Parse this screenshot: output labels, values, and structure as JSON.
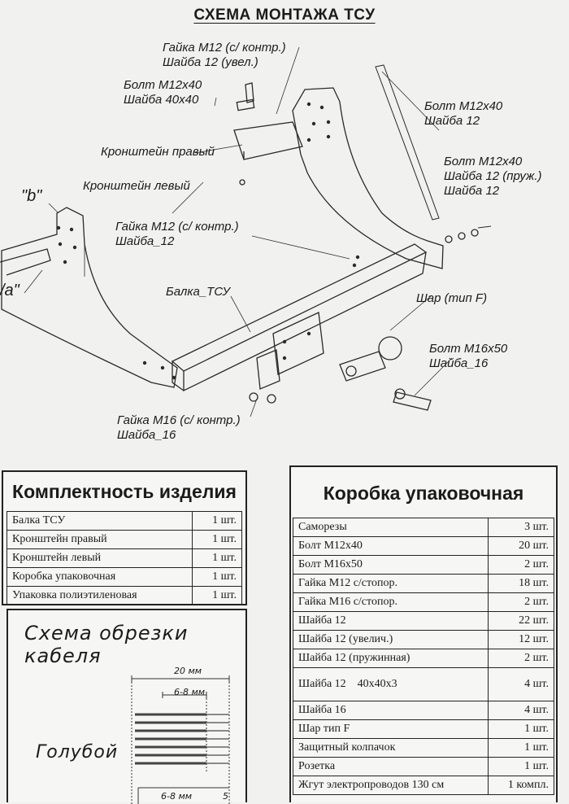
{
  "title": "СХЕМА МОНТАЖА ТСУ",
  "labels": {
    "nut_m12_top": "Гайка М12 (с/ контр.)",
    "washer_12_enl": "Шайба 12 (увел.)",
    "bolt_m12x40_left": "Болт М12х40",
    "washer_40x40": "Шайба 40х40",
    "bracket_right": "Кронштейн правый",
    "bracket_left": "Кронштейн левый",
    "mark_b": "\"b\"",
    "mark_a": "/a\"",
    "nut_m12_mid": "Гайка М12 (с/ контр.)",
    "washer_12_mid": "Шайба_12",
    "beam": "Балка_ТСУ",
    "bolt_m12x40_right": "Болт М12х40",
    "washer_12_right": "Шайба 12",
    "bolt_m12x40_r2": "Болт М12х40",
    "washer_12_spring": "Шайба 12 (пруж.)",
    "washer_12_r2": "Шайба 12",
    "ball": "Шар (тип F)",
    "bolt_m16x50": "Болт М16х50",
    "washer_16_right": "Шайба_16",
    "nut_m16": "Гайка М16 (с/ контр.)",
    "washer_16_left": "Шайба_16"
  },
  "kit": {
    "header": "Комплектность изделия",
    "rows": [
      {
        "name": "Балка ТСУ",
        "qty": "1 шт."
      },
      {
        "name": "Кронштейн правый",
        "qty": "1 шт."
      },
      {
        "name": "Кронштейн левый",
        "qty": "1 шт."
      },
      {
        "name": "Коробка упаковочная",
        "qty": "1 шт."
      },
      {
        "name": "Упаковка полиэтиленовая",
        "qty": "1 шт."
      }
    ]
  },
  "box": {
    "header": "Коробка упаковочная",
    "rows": [
      {
        "name": "Саморезы",
        "qty": "3 шт."
      },
      {
        "name": "Болт М12х40",
        "qty": "20 шт."
      },
      {
        "name": "Болт М16х50",
        "qty": "2 шт."
      },
      {
        "name": "Гайка М12 с/стопор.",
        "qty": "18 шт."
      },
      {
        "name": "Гайка М16 с/стопор.",
        "qty": "2 шт."
      },
      {
        "name": "Шайба 12",
        "qty": "22 шт."
      },
      {
        "name": "Шайба 12 (увелич.)",
        "qty": "12 шт."
      },
      {
        "name": "Шайба 12 (пружинная)",
        "qty": "2 шт."
      },
      {
        "name": "Шайба 12    40х40х3",
        "qty": "4 шт."
      },
      {
        "name": "Шайба 16",
        "qty": "4 шт."
      },
      {
        "name": "Шар тип F",
        "qty": "1 шт."
      },
      {
        "name": "Защитный колпачок",
        "qty": "1 шт."
      },
      {
        "name": "Розетка",
        "qty": "1 шт."
      },
      {
        "name": "Жгут электропроводов 130 см",
        "qty": "1 компл."
      }
    ]
  },
  "cable": {
    "header": "Схема обрезки кабеля",
    "dim_20": "20 мм",
    "dim_68": "6-8 мм",
    "wire": "Голубой",
    "dim_68_bottom": "6-8 мм",
    "num_5": "5"
  }
}
